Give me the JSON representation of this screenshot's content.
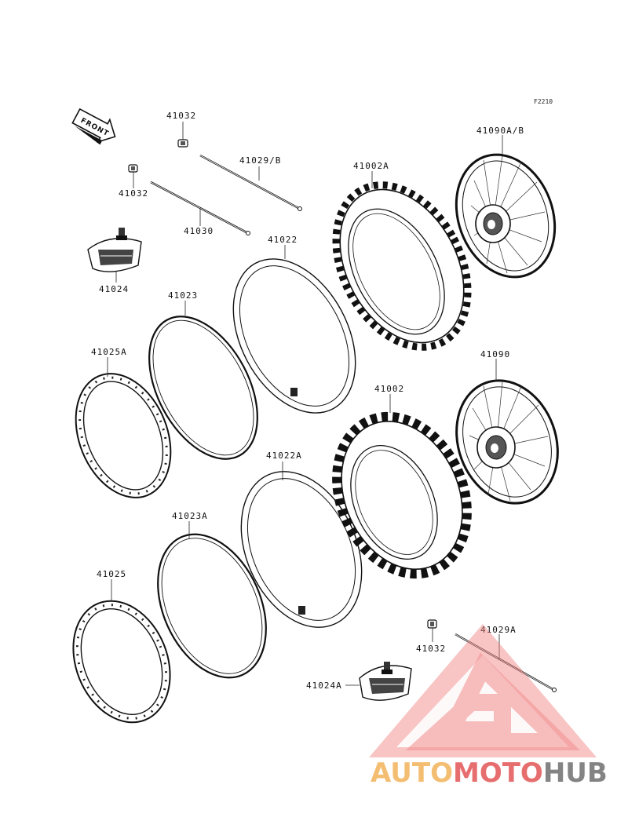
{
  "diagram": {
    "code": "F2210",
    "front_label": "FRONT",
    "parts": [
      {
        "id": "41032-top",
        "label": "41032"
      },
      {
        "id": "41029b",
        "label": "41029/B"
      },
      {
        "id": "41032-left",
        "label": "41032"
      },
      {
        "id": "41030",
        "label": "41030"
      },
      {
        "id": "41024",
        "label": "41024"
      },
      {
        "id": "41022",
        "label": "41022"
      },
      {
        "id": "41023",
        "label": "41023"
      },
      {
        "id": "41025a",
        "label": "41025A"
      },
      {
        "id": "41002a",
        "label": "41002A"
      },
      {
        "id": "41090ab",
        "label": "41090A/B"
      },
      {
        "id": "41090",
        "label": "41090"
      },
      {
        "id": "41002",
        "label": "41002"
      },
      {
        "id": "41022a",
        "label": "41022A"
      },
      {
        "id": "41023a",
        "label": "41023A"
      },
      {
        "id": "41025",
        "label": "41025"
      },
      {
        "id": "41032-bottom",
        "label": "41032"
      },
      {
        "id": "41029a",
        "label": "41029A"
      },
      {
        "id": "41024a",
        "label": "41024A"
      }
    ]
  },
  "watermark": {
    "part1": "AUTO",
    "part2": "MOTO",
    "part3": "HUB",
    "colors": {
      "auto": "#f3b35a",
      "moto": "#e25555",
      "hub": "#6f6f6f"
    }
  }
}
